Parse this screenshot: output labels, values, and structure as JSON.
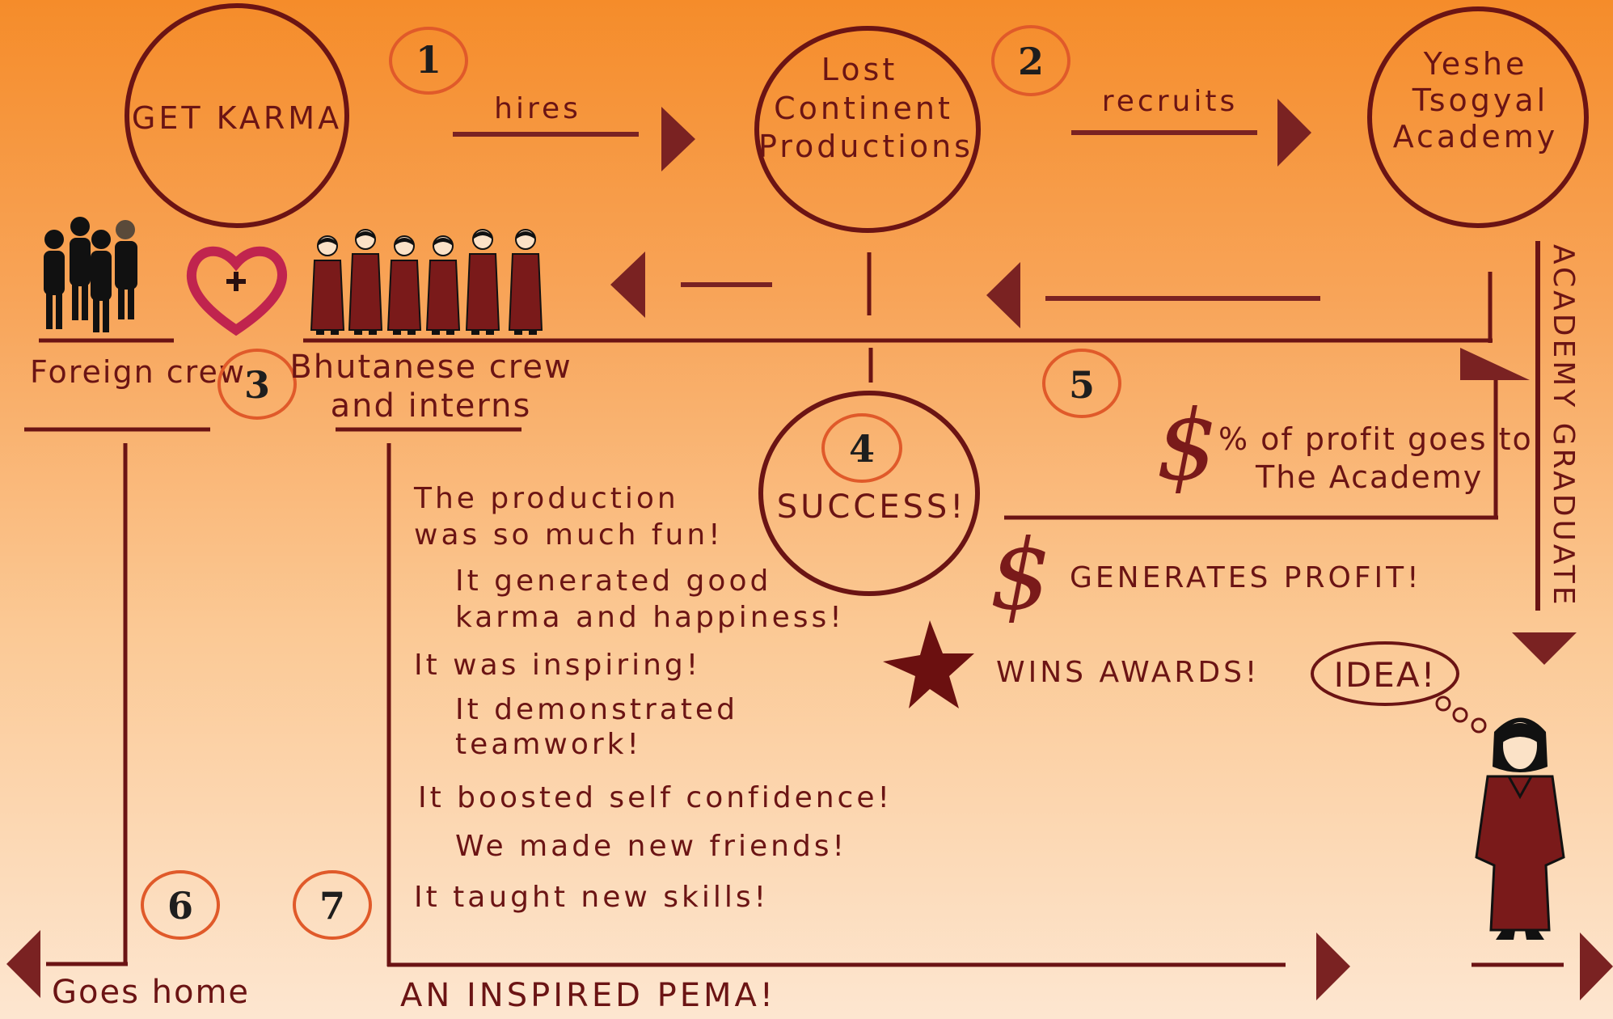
{
  "steps": {
    "s1": "1",
    "s2": "2",
    "s3": "3",
    "s4": "4",
    "s5": "5",
    "s6": "6",
    "s7": "7"
  },
  "nodes": {
    "get_karma": "GET KARMA",
    "lost_continent": [
      "Lost",
      "Continent",
      "Productions"
    ],
    "yeshe": [
      "Yeshe",
      "Tsogyal",
      "Academy"
    ],
    "success": "SUCCESS!"
  },
  "edges": {
    "hires": "hires",
    "recruits": "recruits",
    "academy_graduate": "ACADEMY GRADUATE"
  },
  "crews": {
    "foreign": "Foreign crew",
    "bhutanese": [
      "Bhutanese crew",
      "and interns"
    ]
  },
  "profit": {
    "share": [
      "% of profit goes to",
      "The Academy"
    ],
    "generates": "GENERATES PROFIT!",
    "awards": "WINS AWARDS!"
  },
  "benefits": {
    "b1": [
      "The production",
      "was so much fun!"
    ],
    "b2": [
      "It generated good",
      "karma and happiness!"
    ],
    "b3": "It was inspiring!",
    "b4": [
      "It demonstrated",
      "teamwork!"
    ],
    "b5": "It boosted self confidence!",
    "b6": "We made new friends!",
    "b7": "It taught new skills!"
  },
  "outcomes": {
    "goes_home": "Goes home",
    "inspired": "AN INSPIRED PEMA!",
    "idea": "IDEA!"
  },
  "colors": {
    "dark_red": "#6b1414",
    "arrow_red": "#7a2222",
    "step_ring": "#e05a2a",
    "heart": "#c0244e",
    "robe": "#7a1a1a"
  }
}
